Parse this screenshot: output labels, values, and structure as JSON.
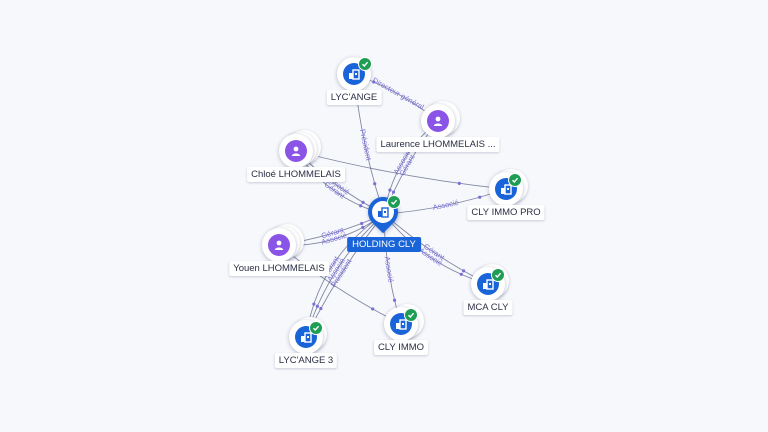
{
  "colors": {
    "company": "#1a64d9",
    "person": "#8a55e6",
    "verified": "#1f9d55",
    "edge": "#5a6384",
    "edge_label": "#7a6fd6"
  },
  "nodes": {
    "holding_cly": {
      "label": "HOLDING CLY",
      "kind": "company",
      "icon": "building-icon",
      "verified": true
    },
    "lycange": {
      "label": "LYC'ANGE",
      "kind": "company",
      "icon": "building-icon",
      "verified": true
    },
    "laurence": {
      "label": "Laurence LHOMMELAIS ...",
      "kind": "person",
      "icon": "person-icon",
      "verified": false
    },
    "chloe": {
      "label": "Chloé LHOMMELAIS",
      "kind": "person",
      "icon": "person-icon",
      "verified": false
    },
    "cly_immo_pro": {
      "label": "CLY IMMO PRO",
      "kind": "company",
      "icon": "building-icon",
      "verified": true
    },
    "youen": {
      "label": "Youen LHOMMELAIS",
      "kind": "person",
      "icon": "person-icon",
      "verified": false
    },
    "mca_cly": {
      "label": "MCA CLY",
      "kind": "company",
      "icon": "building-icon",
      "verified": true
    },
    "cly_immo": {
      "label": "CLY IMMO",
      "kind": "company",
      "icon": "building-icon",
      "verified": true
    },
    "lycange_3": {
      "label": "LYC'ANGE 3",
      "kind": "company",
      "icon": "building-icon",
      "verified": true
    }
  },
  "edges": [
    {
      "from": "lycange",
      "to": "holding_cly",
      "label": "Président"
    },
    {
      "from": "laurence",
      "to": "lycange",
      "label": "Directeur général"
    },
    {
      "from": "laurence",
      "to": "holding_cly",
      "label": "Gérant"
    },
    {
      "from": "laurence",
      "to": "holding_cly",
      "label": "Associé"
    },
    {
      "from": "chloe",
      "to": "holding_cly",
      "label": "Associé"
    },
    {
      "from": "chloe",
      "to": "holding_cly",
      "label": "Gérant"
    },
    {
      "from": "chloe",
      "to": "cly_immo_pro",
      "label": ""
    },
    {
      "from": "holding_cly",
      "to": "cly_immo_pro",
      "label": "Associé"
    },
    {
      "from": "youen",
      "to": "holding_cly",
      "label": "Gérant"
    },
    {
      "from": "youen",
      "to": "holding_cly",
      "label": "Associé"
    },
    {
      "from": "youen",
      "to": "cly_immo",
      "label": ""
    },
    {
      "from": "holding_cly",
      "to": "mca_cly",
      "label": "Gérant"
    },
    {
      "from": "holding_cly",
      "to": "mca_cly",
      "label": "Associé"
    },
    {
      "from": "holding_cly",
      "to": "cly_immo",
      "label": "Associé"
    },
    {
      "from": "holding_cly",
      "to": "lycange_3",
      "label": "Président"
    },
    {
      "from": "holding_cly",
      "to": "lycange_3",
      "label": "Associé"
    },
    {
      "from": "holding_cly",
      "to": "lycange_3",
      "label": "Gérant"
    }
  ]
}
